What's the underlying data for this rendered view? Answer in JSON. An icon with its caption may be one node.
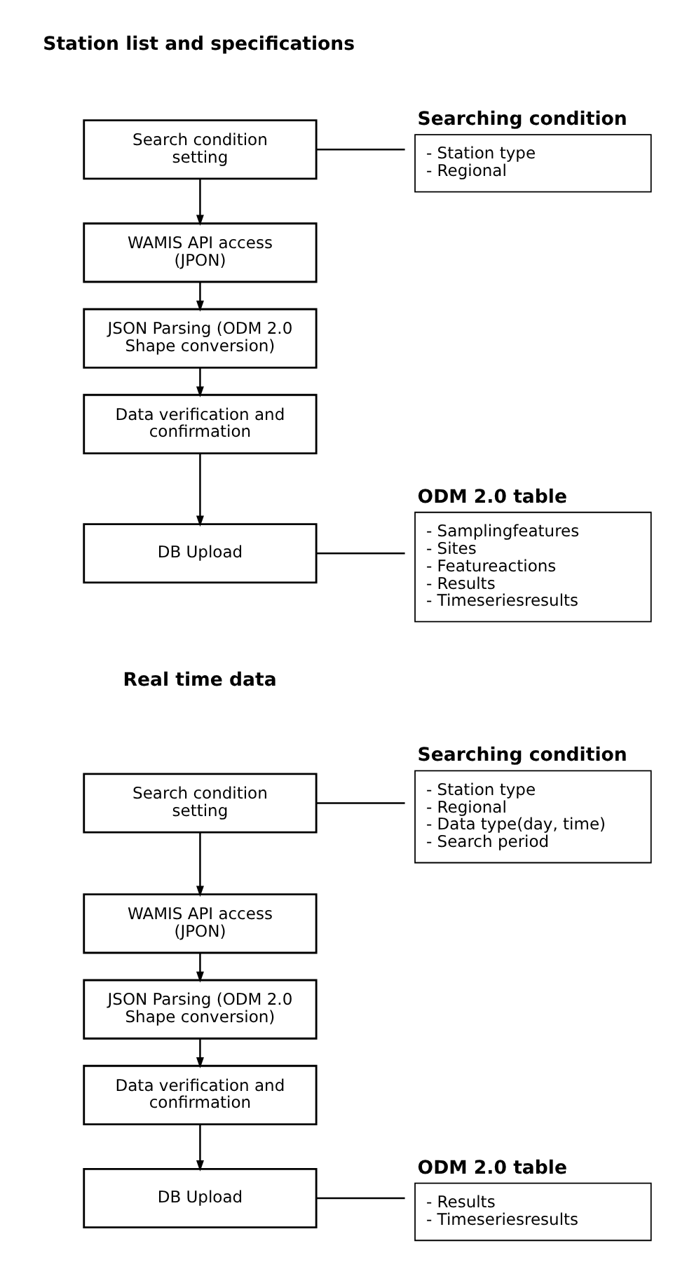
{
  "diagram": {
    "nodes": [
      {
        "text": [
          "Search condition setting"
        ]
      },
      {
        "text": [
          "Searching condition",
          "- Station type",
          "- Regional"
        ]
      },
      {
        "text": [
          "WAMIS API access (JPON)"
        ]
      },
      {
        "text": [
          "JSON Parsing (ODM 2.0 Shape conversion)"
        ]
      },
      {
        "text": [
          "Data verification and confirmation"
        ]
      },
      {
        "text": [
          "DB Upload"
        ]
      },
      {
        "text": [
          "ODM 2.0 table",
          "- Samplingfeatures",
          "- Sites",
          "- Featureactions",
          "- Results",
          "- Timeseriesresults"
        ]
      },
      {
        "text": [
          "Search condition setting"
        ]
      },
      {
        "text": [
          "Searching condition",
          "- Station type",
          "- Regional",
          "- Data type(day, time)",
          "- Search period"
        ]
      },
      {
        "text": [
          "WAMIS API access (JPON)"
        ]
      },
      {
        "text": [
          "JSON Parsing (ODM 2.0 Shape conversion)"
        ]
      },
      {
        "text": [
          "Data verification and confirmation"
        ]
      },
      {
        "text": [
          "DB Upload"
        ]
      },
      {
        "text": [
          "ODM 2.0 table",
          "- Results",
          "- Timeseriesresults"
        ]
      }
    ],
    "edges": [
      {
        "from": 0,
        "to": 1,
        "arrow": "none"
      },
      {
        "from": 0,
        "to": 2,
        "arrow": "to"
      },
      {
        "from": 2,
        "to": 3,
        "arrow": "to"
      },
      {
        "from": 3,
        "to": 4,
        "arrow": "to"
      },
      {
        "from": 4,
        "to": 5,
        "arrow": "to"
      },
      {
        "from": 5,
        "to": 6,
        "arrow": "none"
      },
      {
        "from": 7,
        "to": 8,
        "arrow": "none"
      },
      {
        "from": 7,
        "to": 9,
        "arrow": "to"
      },
      {
        "from": 9,
        "to": 10,
        "arrow": "to"
      },
      {
        "from": 10,
        "to": 11,
        "arrow": "to"
      },
      {
        "from": 11,
        "to": 12,
        "arrow": "to"
      },
      {
        "from": 12,
        "to": 13,
        "arrow": "none"
      }
    ],
    "labels": [
      "Station list and specifications",
      "Real time data"
    ]
  }
}
